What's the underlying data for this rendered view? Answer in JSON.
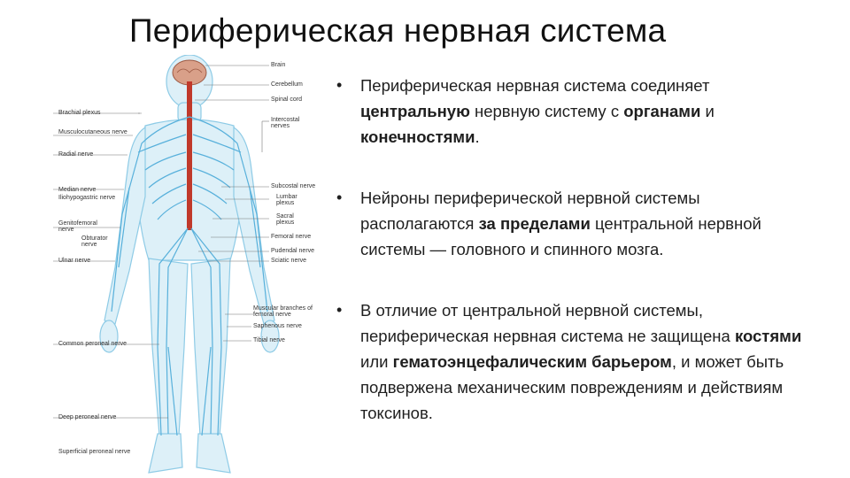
{
  "title": "Периферическая нервная система",
  "colors": {
    "nerve": "#57b0db",
    "spinal_cord": "#c0392b",
    "brain": "#d9a089",
    "body_fill": "#ddf0f8"
  },
  "figure": {
    "labels_right": [
      "Brain",
      "Cerebellum",
      "Spinal cord",
      "Intercostal nerves",
      "Subcostal nerve",
      "Lumbar plexus",
      "Sacral plexus",
      "Femoral nerve",
      "Pudendal nerve",
      "Sciatic nerve",
      "Muscular branches of femoral nerve",
      "Saphenous nerve",
      "Tibial nerve"
    ],
    "labels_left": [
      "Brachial plexus",
      "Musculocutaneous nerve",
      "Radial nerve",
      "Median nerve",
      "Iliohypogastric nerve",
      "Genitofemoral nerve",
      "Obturator nerve",
      "Ulnar nerve",
      "Common peroneal nerve",
      "Deep peroneal nerve",
      "Superficial peroneal nerve"
    ]
  },
  "bullets": [
    {
      "marker": "•",
      "parts": [
        {
          "t": "Периферическая нервная система  соединяет ",
          "b": false
        },
        {
          "t": "центральную",
          "b": true
        },
        {
          "t": " нервную систему с ",
          "b": false
        },
        {
          "t": "органами",
          "b": true
        },
        {
          "t": " и ",
          "b": false
        },
        {
          "t": "конечностями",
          "b": true
        },
        {
          "t": ".",
          "b": false
        }
      ]
    },
    {
      "marker": "•",
      "parts": [
        {
          "t": "Нейроны периферической нервной системы располагаются ",
          "b": false
        },
        {
          "t": "за пределами",
          "b": true
        },
        {
          "t": " центральной нервной системы — головного и спинного мозга.",
          "b": false
        }
      ]
    },
    {
      "marker": "•",
      "parts": [
        {
          "t": "В отличие от центральной нервной системы, периферическая нервная система не защищена ",
          "b": false
        },
        {
          "t": "костями",
          "b": true
        },
        {
          "t": " или ",
          "b": false
        },
        {
          "t": "гематоэнцефалическим барьером",
          "b": true
        },
        {
          "t": ", и может быть подвержена механическим повреждениям и действиям токсинов.",
          "b": false
        }
      ]
    }
  ]
}
